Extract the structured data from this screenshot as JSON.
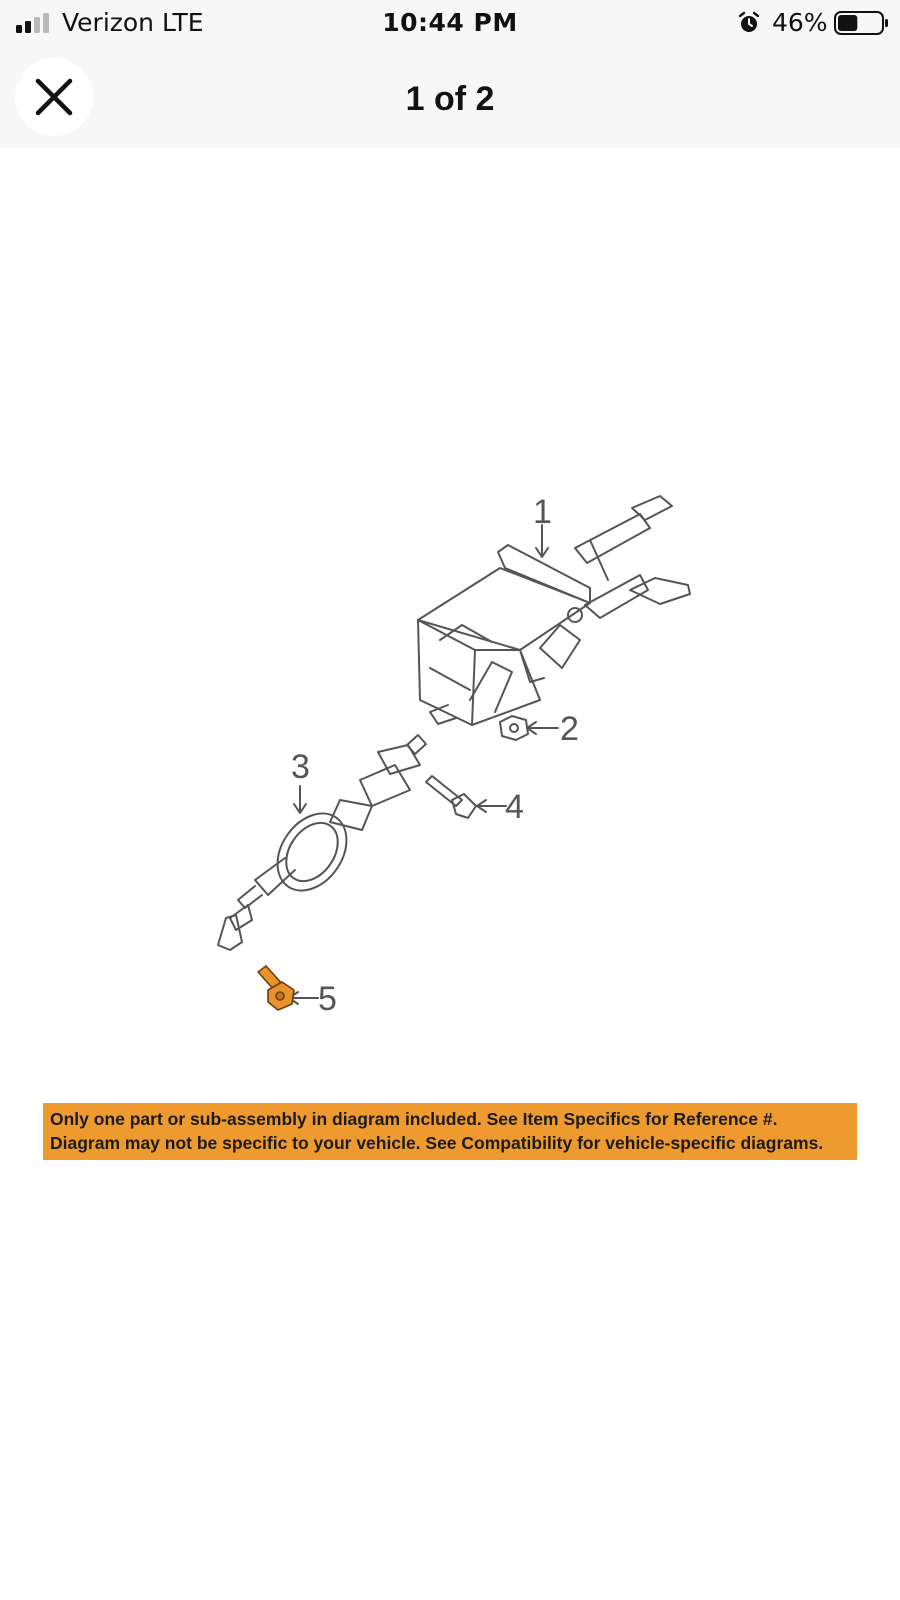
{
  "status_bar": {
    "carrier": "Verizon  LTE",
    "time": "10:44 PM",
    "battery_percent": "46%",
    "battery_level": 0.46,
    "icons": [
      "signal-bars-icon",
      "alarm-clock-icon",
      "battery-icon"
    ]
  },
  "nav": {
    "close_icon": "close-icon",
    "page_counter": "1 of 2"
  },
  "diagram": {
    "callouts": [
      "1",
      "2",
      "3",
      "4",
      "5"
    ],
    "highlight_color": "#e8932b"
  },
  "disclaimer": {
    "line1": "Only one part or sub-assembly in diagram included. See Item Specifics for Reference #.",
    "line2": "Diagram may not be specific to your vehicle. See Compatibility for vehicle-specific diagrams.",
    "background": "#ef9a2e"
  }
}
